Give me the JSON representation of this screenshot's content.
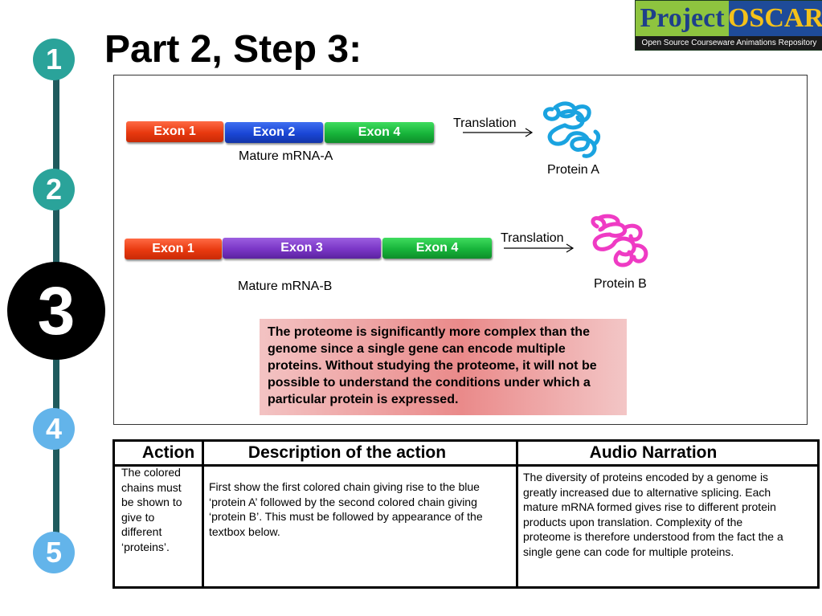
{
  "title": "Part 2, Step 3:",
  "logo": {
    "word1": "Project",
    "word2": "OSCAR",
    "subtitle": "Open Source Courseware Animations Repository"
  },
  "steps": [
    {
      "label": "1",
      "color": "#2aa39a"
    },
    {
      "label": "2",
      "color": "#2aa39a"
    },
    {
      "label": "3",
      "color": "#000000"
    },
    {
      "label": "4",
      "color": "#63b4ea"
    },
    {
      "label": "5",
      "color": "#63b4ea"
    }
  ],
  "diagram": {
    "mrna_a": {
      "exons": [
        "Exon 1",
        "Exon 2",
        "Exon 4"
      ],
      "label": "Mature mRNA-A",
      "translation_label": "Translation",
      "protein_label": "Protein A",
      "protein_color": "#1aa3e0"
    },
    "mrna_b": {
      "exons": [
        "Exon 1",
        "Exon 3",
        "Exon 4"
      ],
      "label": "Mature mRNA-B",
      "translation_label": "Translation",
      "protein_label": "Protein B",
      "protein_color": "#ef3bc4"
    },
    "note": "The proteome is significantly more complex than the genome since a single gene can encode multiple proteins. Without studying the proteome, it will not be possible to understand the conditions under which a particular protein is expressed."
  },
  "table": {
    "headers": [
      "Action",
      "Description of the action",
      "Audio Narration"
    ],
    "action": "The colored chains must be shown to give to different ‘proteins’.",
    "description": "First show the first colored chain giving rise to the blue ‘protein A’ followed by the second colored chain giving ‘protein B’. This must be followed by appearance of the textbox below.",
    "narration": "The diversity of proteins encoded by a genome is greatly increased due to alternative splicing. Each mature mRNA formed gives rise to different protein products upon translation. Complexity of the proteome is  therefore understood from the fact the a single gene can code for multiple proteins."
  }
}
